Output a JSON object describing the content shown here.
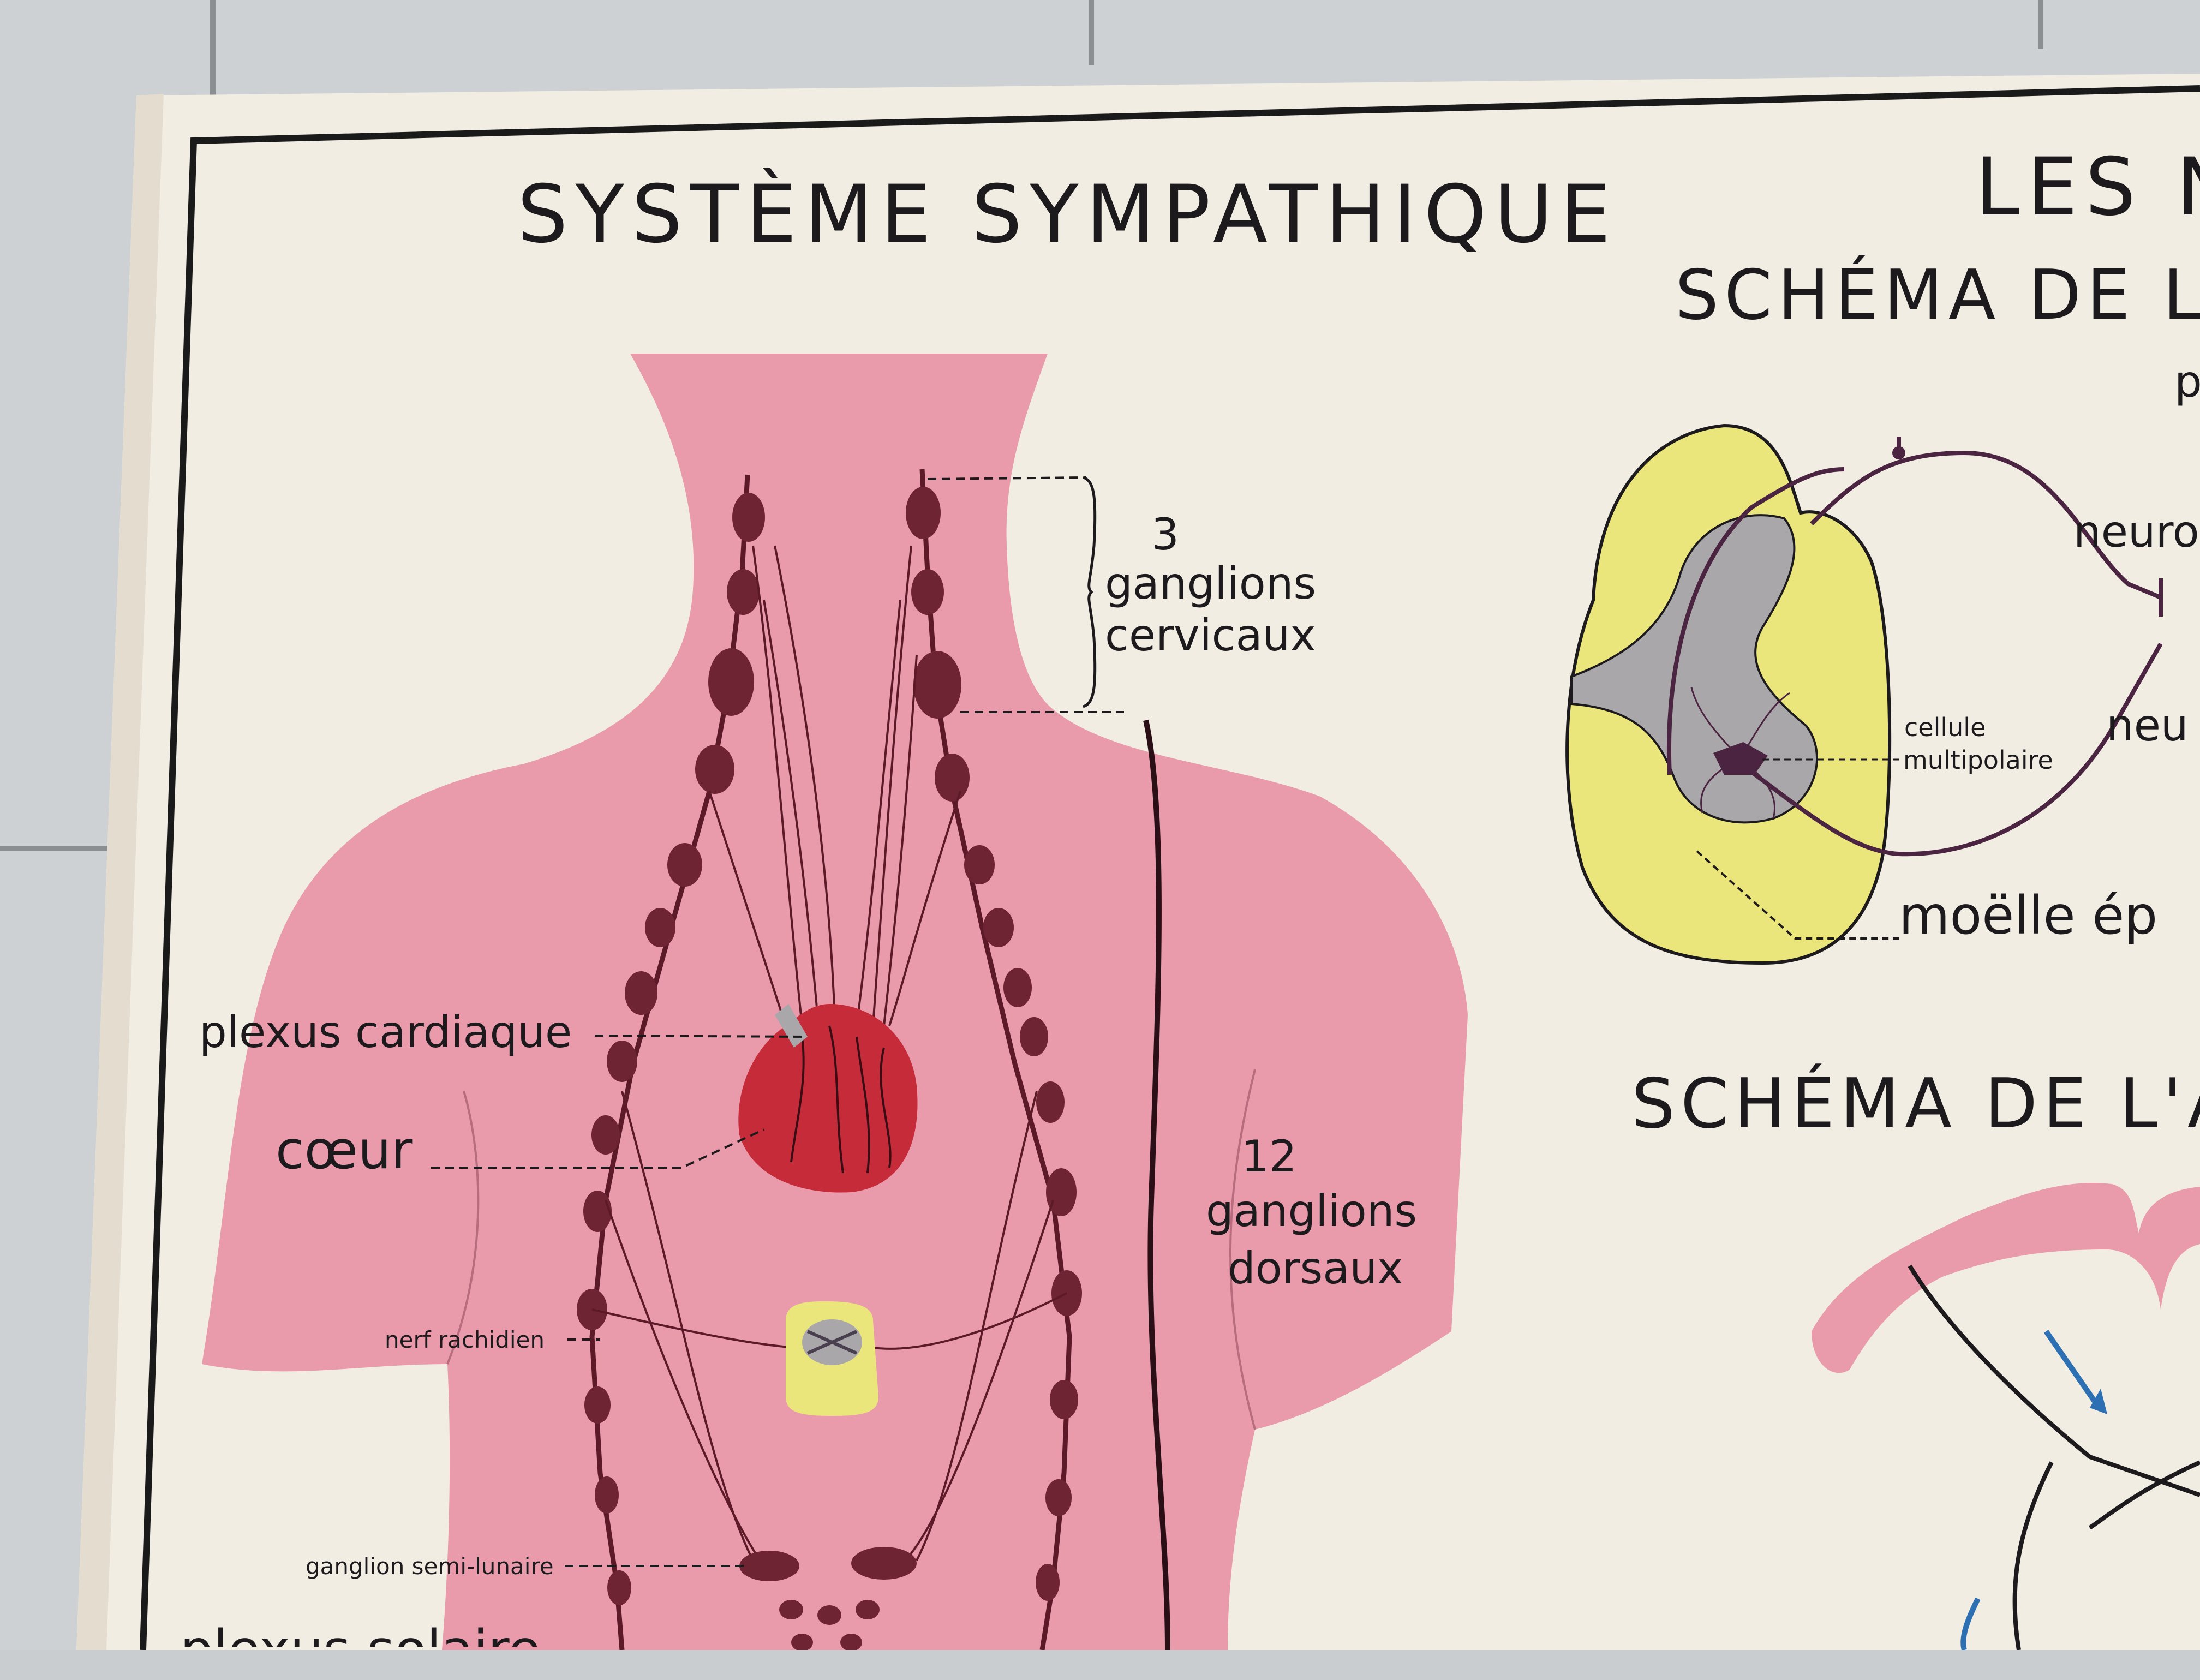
{
  "poster": {
    "colors": {
      "paper": "#f1ede2",
      "skin": "#e99aab",
      "ganglion": "#6e2432",
      "heart": "#c62b3a",
      "cord_yellow": "#ebe67b",
      "cord_gray": "#a9a7a9",
      "border": "#1a1a1a"
    },
    "left_panel": {
      "title": "SYSTÈME SYMPATHIQUE",
      "labels": {
        "cervical_count": "3",
        "cervical_line1": "ganglions",
        "cervical_line2": "cervicaux",
        "cardiac_plexus": "plexus cardiaque",
        "heart": "cœur",
        "dorsal_count": "12",
        "dorsal_line1": "ganglions",
        "dorsal_line2": "dorsaux",
        "spinal_nerve": "nerf rachidien",
        "semilunar_ganglion": "ganglion semi-lunaire",
        "cutoff_bottom": "plexus solaire"
      }
    },
    "right_panel": {
      "title_partial": "LES N",
      "subtitle_partial": "SCHÉMA DE L'A",
      "letter_partial": "p",
      "labels": {
        "neuron_top": "neuro",
        "neuron_mid": "neu",
        "multipolar_line1": "cellule",
        "multipolar_line2": "multipolaire",
        "spinal_cord": "moëlle ép"
      },
      "second_heading_partial": "SCHÉMA DE L'A"
    }
  }
}
